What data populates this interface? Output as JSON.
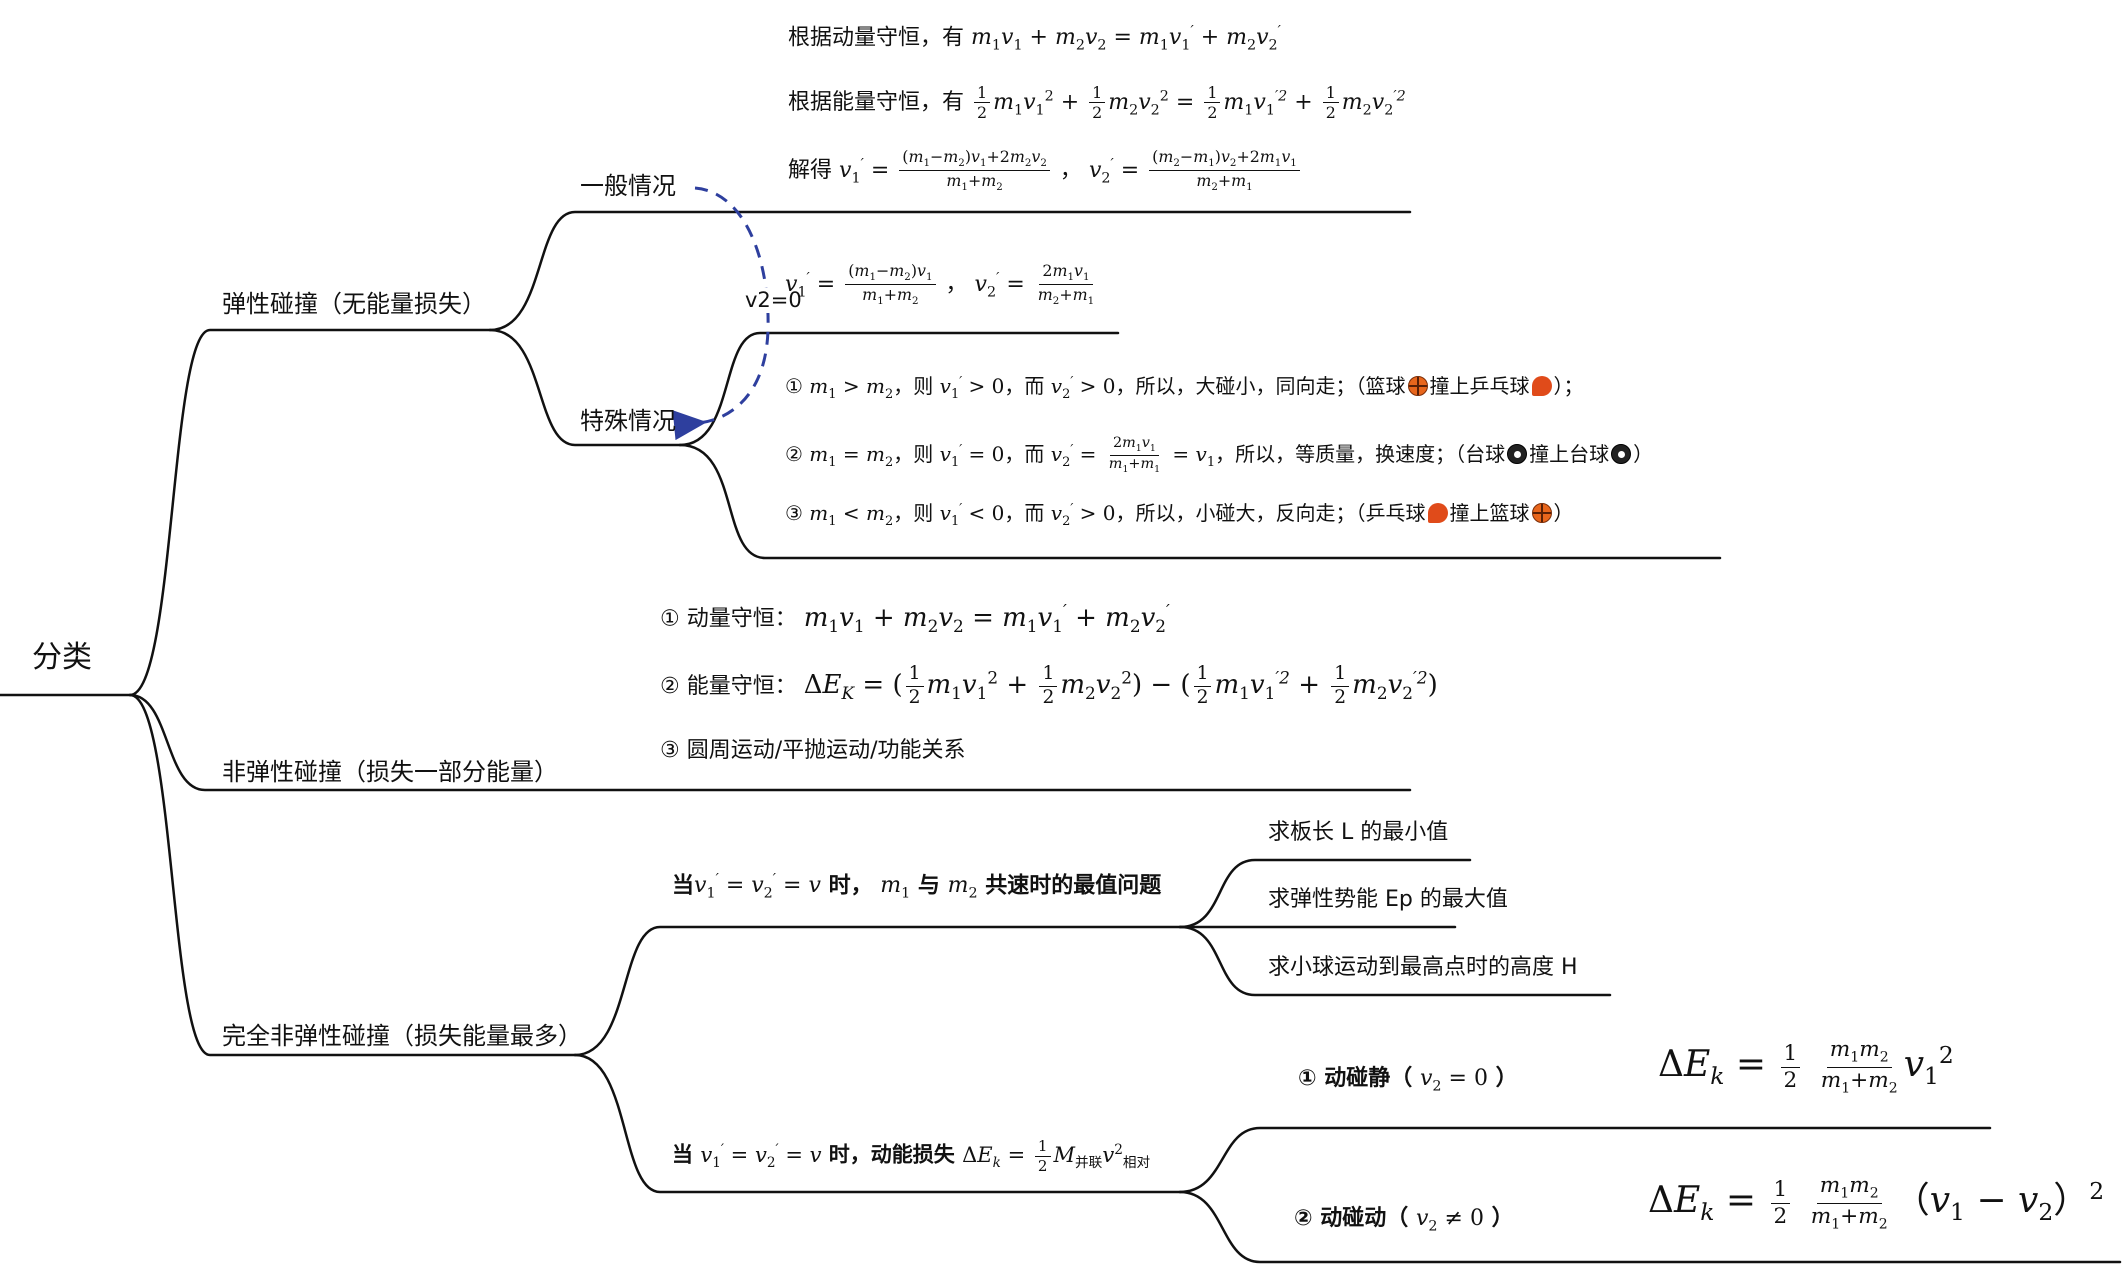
{
  "root": {
    "label": "分类"
  },
  "elastic": {
    "label": "弹性碰撞（无能量损失）",
    "general": {
      "label": "一般情况",
      "line1_prefix": "根据动量守恒，有",
      "line2_prefix": "根据能量守恒，有",
      "line3_prefix": "解得"
    },
    "v2zero_label": "v2=0",
    "special": {
      "label": "特殊情况",
      "c1": {
        "num": "①",
        "mid1": "，则",
        "mid2": "，而",
        "conclusion": "，所以，大碰小，同向走；（篮球",
        "hit": "撞上乒乓球",
        "end": "）；"
      },
      "c2": {
        "num": "②",
        "mid1": "，则",
        "mid2": "，而",
        "conclusion": "，所以，等质量，换速度；（台球",
        "hit": "撞上台球",
        "end": "）"
      },
      "c3": {
        "num": "③",
        "mid1": "，则",
        "mid2": "，而",
        "conclusion": "，所以，小碰大，反向走；（乒乓球",
        "hit": "撞上篮球",
        "end": "）"
      }
    }
  },
  "inelastic": {
    "label": "非弹性碰撞（损失一部分能量）",
    "items": [
      {
        "num": "①",
        "text": "动量守恒："
      },
      {
        "num": "②",
        "text": "能量守恒："
      },
      {
        "num": "③",
        "text": "圆周运动/平抛运动/功能关系"
      }
    ]
  },
  "perfect": {
    "label": "完全非弹性碰撞（损失能量最多）",
    "branch1": {
      "pre": "当",
      "mid": "时，",
      "and": "与",
      "post": "共速时的最值问题",
      "leaves": [
        "求板长 L 的最小值",
        "求弹性势能 Ep 的最大值",
        "求小球运动到最高点时的高度 H"
      ]
    },
    "branch2": {
      "pre": "当",
      "mid": "时，动能损失",
      "sub_parallel": "并联",
      "sub_relative": "相对",
      "static_label": "① 动碰静（",
      "static_close": "）",
      "moving_label": "② 动碰动（",
      "moving_close": "）"
    }
  },
  "colors": {
    "line": "#111111",
    "dashed_arrow": "#2e3f9e"
  }
}
